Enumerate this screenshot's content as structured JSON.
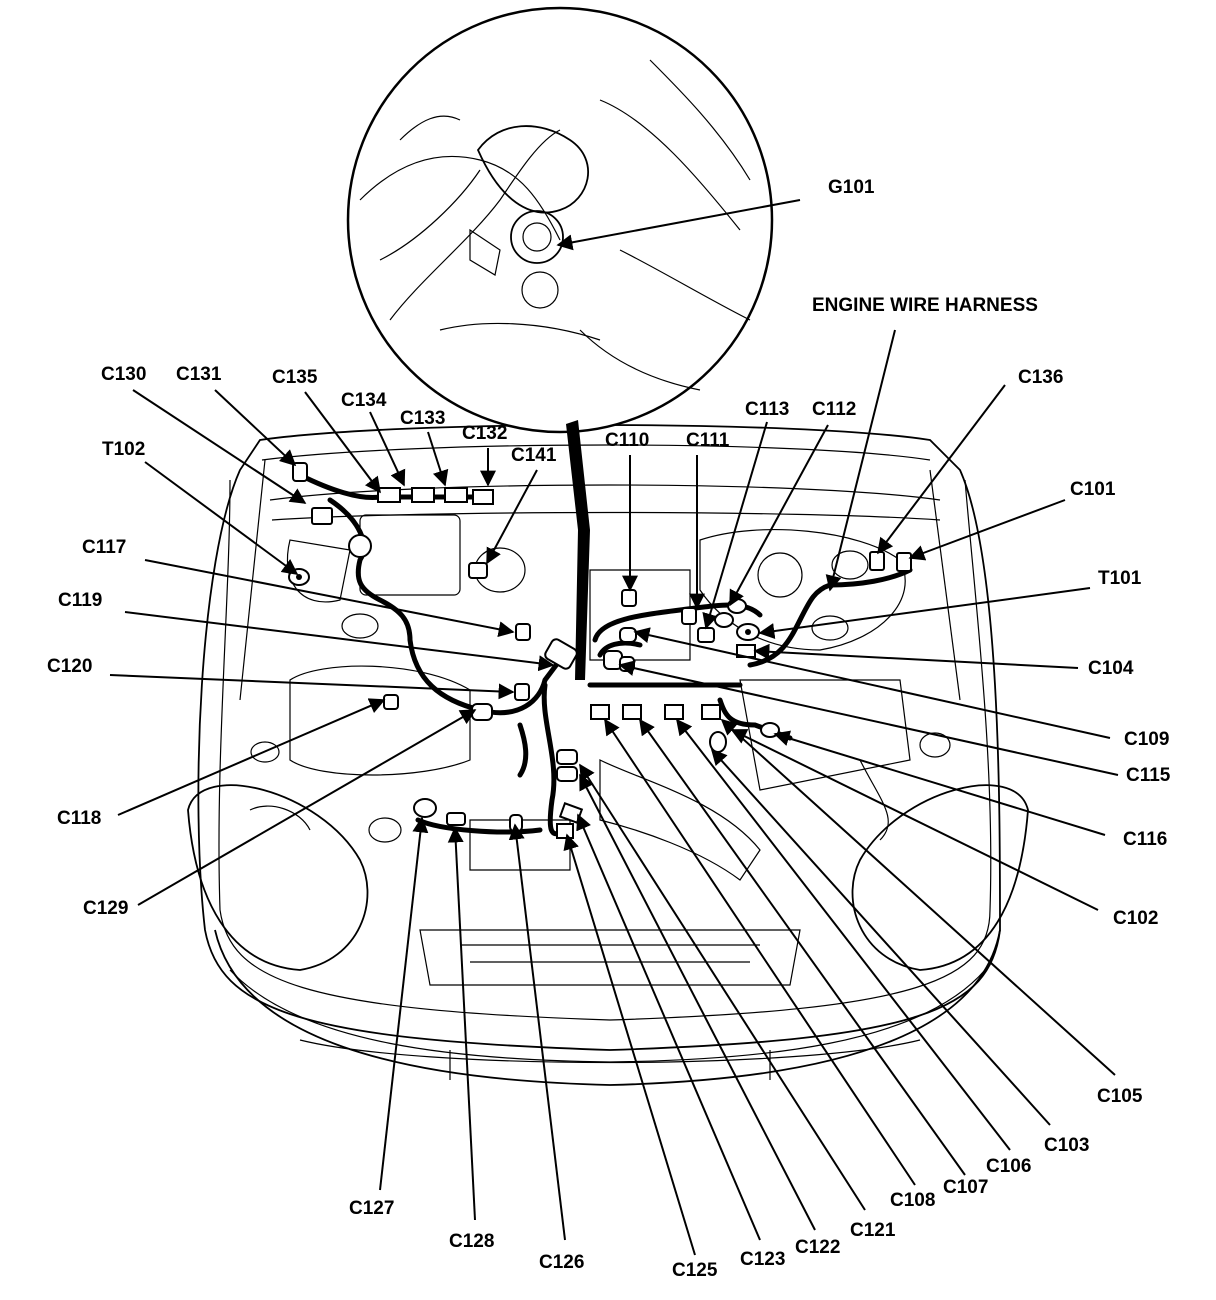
{
  "title": "ENGINE WIRE HARNESS",
  "ground_label": "G101",
  "labels": {
    "C130": "C130",
    "C131": "C131",
    "C135": "C135",
    "C134": "C134",
    "C133": "C133",
    "C132": "C132",
    "C141": "C141",
    "T102": "T102",
    "C117": "C117",
    "C119": "C119",
    "C120": "C120",
    "C118": "C118",
    "C129": "C129",
    "C110": "C110",
    "C111": "C111",
    "C113": "C113",
    "C112": "C112",
    "C136": "C136",
    "C101": "C101",
    "T101": "T101",
    "C104": "C104",
    "C109": "C109",
    "C115": "C115",
    "C116": "C116",
    "C102": "C102",
    "C105": "C105",
    "C103": "C103",
    "C106": "C106",
    "C107": "C107",
    "C108": "C108",
    "C121": "C121",
    "C122": "C122",
    "C123": "C123",
    "C125": "C125",
    "C126": "C126",
    "C128": "C128",
    "C127": "C127"
  }
}
